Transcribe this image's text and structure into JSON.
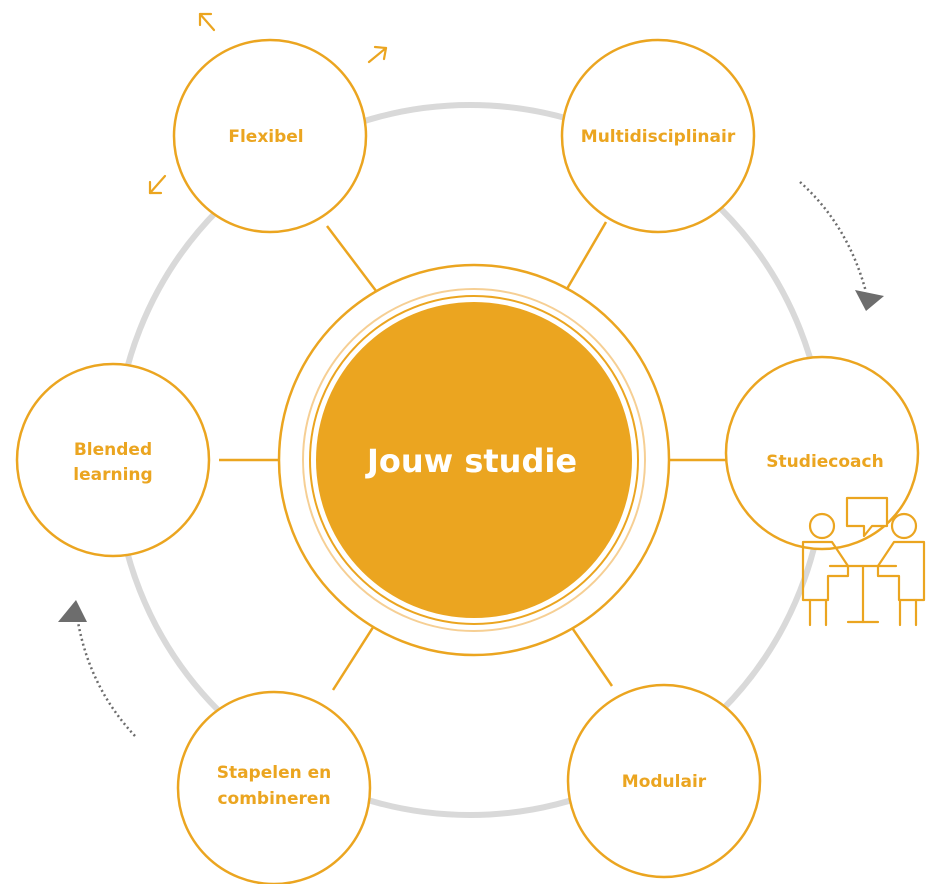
{
  "diagram": {
    "center": {
      "label": "Jouw studie"
    },
    "nodes": [
      {
        "id": "flexibel",
        "label": "Flexibel",
        "icon": "arrows-outward-icon"
      },
      {
        "id": "multidisciplinair",
        "label": "Multidisciplinair"
      },
      {
        "id": "studiecoach",
        "label": "Studiecoach",
        "icon": "coaching-conversation-icon"
      },
      {
        "id": "modulair",
        "label": "Modulair"
      },
      {
        "id": "stapelen",
        "label_lines": [
          "Stapelen en",
          "combineren"
        ]
      },
      {
        "id": "blended",
        "label_lines": [
          "Blended",
          "learning"
        ]
      }
    ],
    "colors": {
      "accent": "#eba520",
      "accent_light": "#f6cf94",
      "ring": "#d9d9d9",
      "arrow": "#6d6d6d",
      "background": "#ffffff"
    }
  }
}
